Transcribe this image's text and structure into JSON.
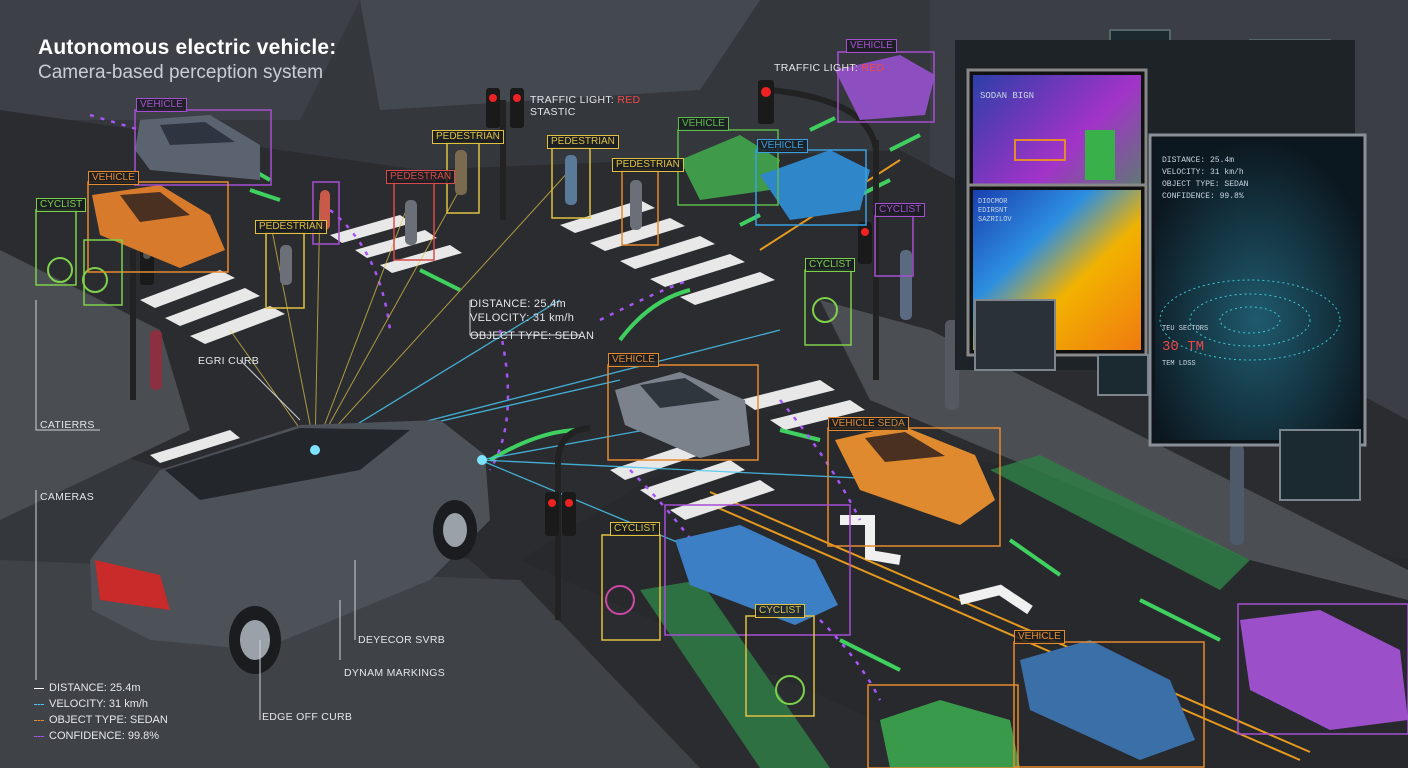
{
  "header": {
    "title": "Autonomous electric vehicle:",
    "subtitle": "Camera-based perception system"
  },
  "colors": {
    "vehicle_box": "#a64fd1",
    "vehicle_box_orange": "#e68a2e",
    "vehicle_box_green": "#5dbb4a",
    "vehicle_box_blue": "#3aa0e0",
    "pedestrian_box": "#e0c040",
    "pedestrian_box_red": "#d94b4b",
    "cyclist_box": "#7ed14a",
    "path_arrow": "#40d060",
    "trajectory": "#a855f7",
    "sensor_ray": "#49c6f0"
  },
  "detections": {
    "vehicle_top_left": "VEHICLE",
    "vehicle_left_orange": "VEHICLE",
    "cyclist_left": "CYCLIST",
    "pedestrian_left": "PEDESTRIAN",
    "pedestrian_crossing": "PEDESTRAN",
    "pedestrian_center": "PEDESTRIAN",
    "pedestrian_right1": "PEDESTRIAN",
    "pedestrian_right2": "PEDESTRIAN",
    "traffic_light_center": "TRAFFIC LIGHT:",
    "traffic_light_center_state": "RED",
    "traffic_light_center_static": "STASTIC",
    "traffic_light_right": "TRAFFIC LIGHT:",
    "traffic_light_right_state": "RED",
    "vehicle_top_right": "VEHICLE",
    "vehicle_green": "VEHICLE",
    "vehicle_blue": "VEHICLE",
    "cyclist_right": "CYCLIST",
    "cyclist_far_right": "CYCLIST",
    "vehicle_center_gray": "VEHICLE",
    "vehicle_orange_right": "VEHICLE",
    "vehicle_orange_right_suffix": "SEDA",
    "cyclist_bottom_left": "CYCLIST",
    "cyclist_bottom": "CYCLIST",
    "vehicle_bottom_blue": "VEHICLE"
  },
  "readout": {
    "distance": "DISTANCE: 25.4m",
    "velocity": "VELOCITY: 31 km/h",
    "object_type": "OBJECT TYPE: SEDAN"
  },
  "callouts": {
    "egri_curb": "EGRI CURB",
    "catierrs": "CATIERRS",
    "cameras": "CAMERAS",
    "deyecor_svrb": "DEYECOR SVRB",
    "dynam_markings": "DYNAM MARKINGS",
    "edge_off_curb": "EDGE OFF CURB"
  },
  "legend": [
    {
      "label": "DISTANCE: 25.4m",
      "color": "#ffffff"
    },
    {
      "label": "VELOCITY: 31 km/h",
      "color": "#49c6f0"
    },
    {
      "label": "OBJECT TYPE: SEDAN",
      "color": "#e68a2e"
    },
    {
      "label": "CONFIDENCE: 99.8%",
      "color": "#a855f7"
    }
  ],
  "screens": {
    "segmentation_label": "SODAN BIGN",
    "depth_label_1": "DIOCMOR",
    "depth_label_2": "EDIRSNT",
    "depth_label_3": "SAZRILOV",
    "lidar_lines": [
      "DISTANCE: 25.4m",
      "VELOCITY: 31 km/h",
      "OBJECT TYPE: SEDAN",
      "CONFIDENCE: 99.8%"
    ],
    "lidar_small": "TEU SECTORS",
    "lidar_big": "30 TM",
    "lidar_footer": "TEM LDSS"
  }
}
